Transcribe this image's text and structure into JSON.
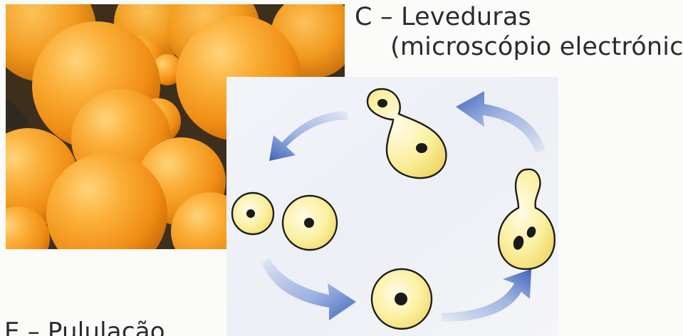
{
  "caption": {
    "title": "C – Leveduras",
    "subtitle": "(microscópio electrónico)",
    "bottom": "E – Pululação"
  },
  "colors": {
    "page_background": "#fbfbf9",
    "panel_background": "#eef1f6",
    "micrograph_orange": "#f49a1c",
    "micrograph_dark": "#2e2a22",
    "cell_fill": "#fbf2a6",
    "cell_outline": "#1e1e1e",
    "nucleus": "#1a1a1a",
    "arrow_blue": "#4a6fc2",
    "text": "#2b2b2b"
  },
  "icons": {
    "arrows": "curved-arrow-icon"
  }
}
